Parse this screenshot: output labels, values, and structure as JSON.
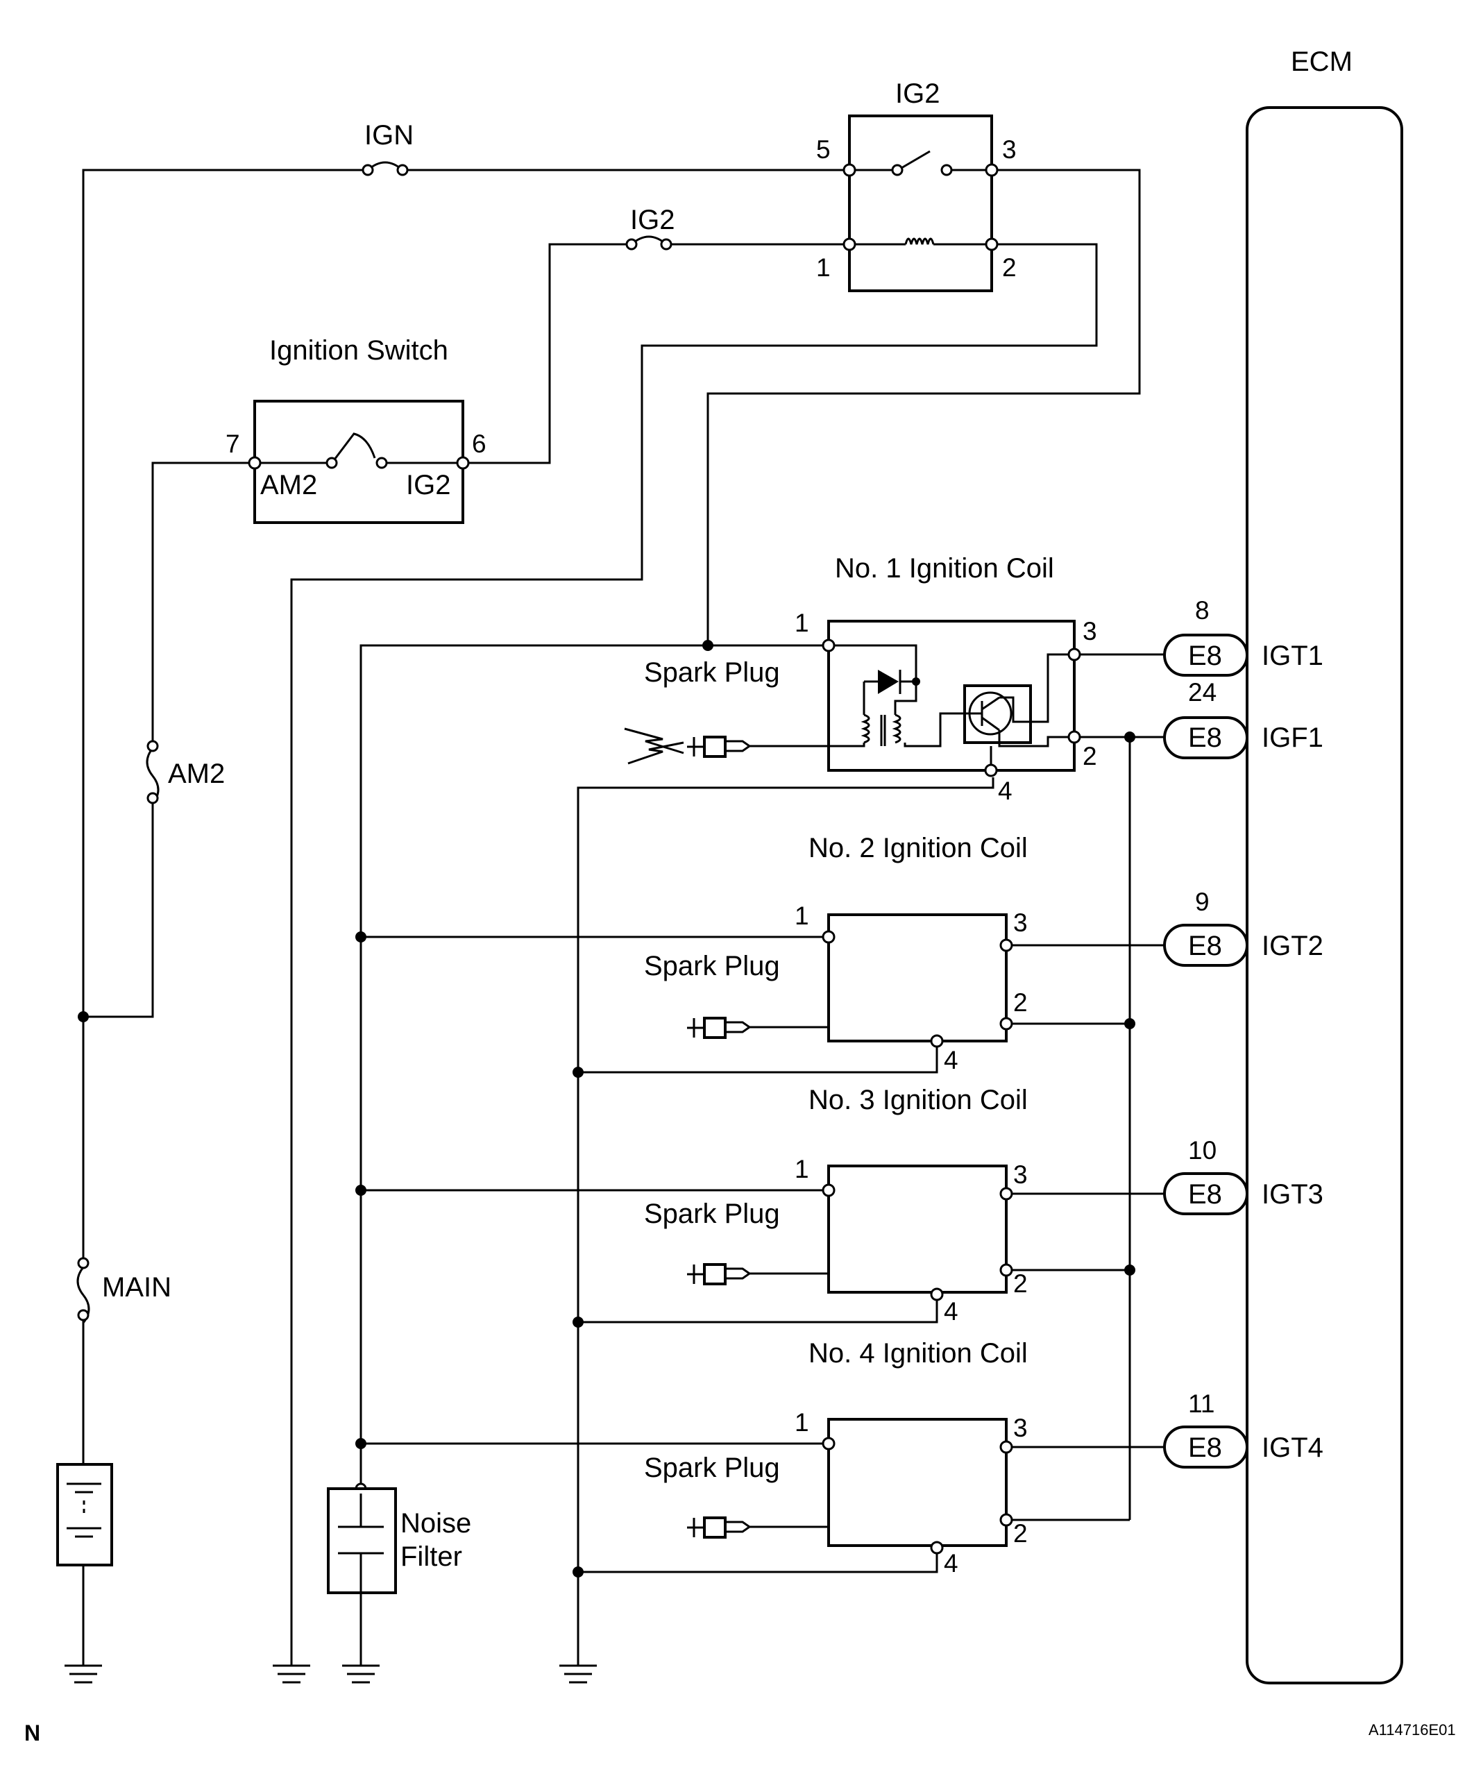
{
  "ecm": {
    "label": "ECM"
  },
  "relay": {
    "label": "IG2",
    "pins": {
      "p5": "5",
      "p3": "3",
      "p1": "1",
      "p2": "2"
    }
  },
  "fuses": {
    "ign": "IGN",
    "ig2": "IG2",
    "am2": "AM2",
    "main": "MAIN"
  },
  "ignition_switch": {
    "label": "Ignition Switch",
    "pin_left": "7",
    "pin_right": "6",
    "term_left": "AM2",
    "term_right": "IG2"
  },
  "coils": [
    {
      "label": "No. 1 Ignition Coil",
      "spark": "Spark Plug",
      "p1": "1",
      "p2": "2",
      "p3": "3",
      "p4": "4"
    },
    {
      "label": "No. 2 Ignition Coil",
      "spark": "Spark Plug",
      "p1": "1",
      "p2": "2",
      "p3": "3",
      "p4": "4"
    },
    {
      "label": "No. 3 Ignition Coil",
      "spark": "Spark Plug",
      "p1": "1",
      "p2": "2",
      "p3": "3",
      "p4": "4"
    },
    {
      "label": "No. 4 Ignition Coil",
      "spark": "Spark Plug",
      "p1": "1",
      "p2": "2",
      "p3": "3",
      "p4": "4"
    }
  ],
  "connectors": [
    {
      "pin": "8",
      "name": "E8",
      "signal": "IGT1"
    },
    {
      "pin": "24",
      "name": "E8",
      "signal": "IGF1"
    },
    {
      "pin": "9",
      "name": "E8",
      "signal": "IGT2"
    },
    {
      "pin": "10",
      "name": "E8",
      "signal": "IGT3"
    },
    {
      "pin": "11",
      "name": "E8",
      "signal": "IGT4"
    }
  ],
  "noise_filter": {
    "line1": "Noise",
    "line2": "Filter"
  },
  "corner_left": "N",
  "figure_id": "A114716E01"
}
